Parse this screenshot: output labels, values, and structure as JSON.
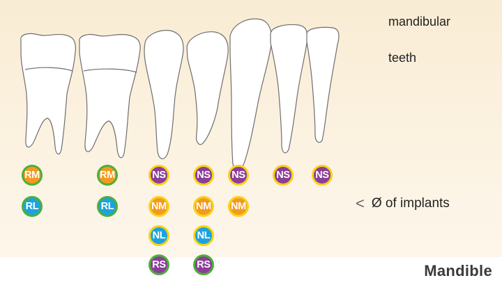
{
  "caption": {
    "line1": "mandibular",
    "line2": "teeth"
  },
  "legend": {
    "symbol": "<",
    "text": "Ø of implants"
  },
  "title": "Mandible",
  "colors": {
    "panel_bg": "#fbf1df",
    "regular": "#f39a1e",
    "wide": "#1da3dc",
    "narrow_purple": "#8b3e98",
    "ring_green": "#4caf3a",
    "ring_yellow": "#f8d21a"
  },
  "columns": [
    {
      "badges": [
        {
          "text": "RM",
          "color": "orange",
          "ring": "green"
        },
        {
          "text": "RL",
          "color": "blue",
          "ring": "green"
        }
      ]
    },
    {
      "badges": [
        {
          "text": "RM",
          "color": "orange",
          "ring": "green"
        },
        {
          "text": "RL",
          "color": "blue",
          "ring": "green"
        }
      ]
    },
    {
      "badges": [
        {
          "text": "NS",
          "color": "purple",
          "ring": "yellow"
        },
        {
          "text": "NM",
          "color": "orange",
          "ring": "yellow"
        },
        {
          "text": "NL",
          "color": "blue",
          "ring": "yellow"
        },
        {
          "text": "RS",
          "color": "purple",
          "ring": "green"
        }
      ]
    },
    {
      "badges": [
        {
          "text": "NS",
          "color": "purple",
          "ring": "yellow"
        },
        {
          "text": "NM",
          "color": "orange",
          "ring": "yellow"
        },
        {
          "text": "NL",
          "color": "blue",
          "ring": "yellow"
        },
        {
          "text": "RS",
          "color": "purple",
          "ring": "green"
        }
      ]
    },
    {
      "badges": [
        {
          "text": "NS",
          "color": "purple",
          "ring": "yellow"
        },
        {
          "text": "NM",
          "color": "orange",
          "ring": "yellow"
        }
      ]
    },
    {
      "badges": [
        {
          "text": "NS",
          "color": "purple",
          "ring": "yellow"
        }
      ]
    },
    {
      "badges": [
        {
          "text": "NS",
          "color": "purple",
          "ring": "yellow"
        }
      ]
    }
  ]
}
